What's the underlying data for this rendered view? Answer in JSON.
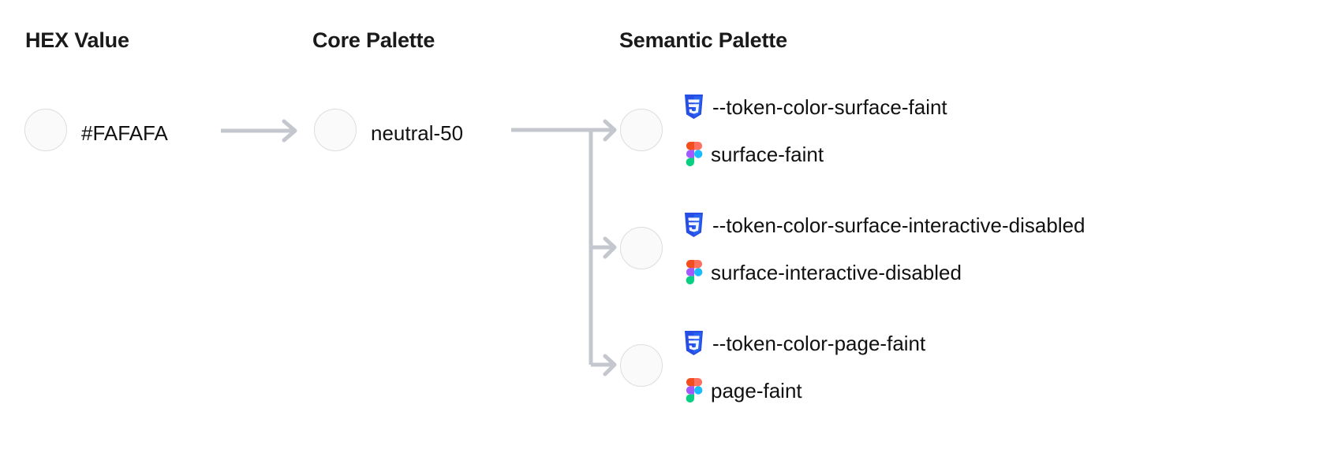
{
  "columns": {
    "hex": {
      "heading": "HEX Value"
    },
    "core": {
      "heading": "Core Palette"
    },
    "semantic": {
      "heading": "Semantic Palette"
    }
  },
  "colors": {
    "swatch_fill": "#FAFAFA",
    "swatch_border": "#DDDDE1",
    "arrow": "#C4C7CE",
    "text": "#111111",
    "css_icon_shield": "#264DE4",
    "css_icon_shield_dark": "#2965F1",
    "css_icon_glyph": "#FFFFFF",
    "figma_orange": "#F24E1E",
    "figma_salmon": "#FF7262",
    "figma_purple": "#A259FF",
    "figma_cyan": "#1ABCFE",
    "figma_green": "#0ACF83"
  },
  "hex_node": {
    "label": "#FAFAFA",
    "swatch_color": "#FAFAFA"
  },
  "core_node": {
    "label": "neutral-50",
    "swatch_color": "#FAFAFA"
  },
  "semantic_nodes": [
    {
      "swatch_color": "#FAFAFA",
      "css_icon": "css3-icon",
      "css_token": "--token-color-surface-faint",
      "figma_icon": "figma-icon",
      "figma_token": "surface-faint"
    },
    {
      "swatch_color": "#FAFAFA",
      "css_icon": "css3-icon",
      "css_token": "--token-color-surface-interactive-disabled",
      "figma_icon": "figma-icon",
      "figma_token": "surface-interactive-disabled"
    },
    {
      "swatch_color": "#FAFAFA",
      "css_icon": "css3-icon",
      "css_token": "--token-color-page-faint",
      "figma_icon": "figma-icon",
      "figma_token": "page-faint"
    }
  ],
  "connectors": {
    "hex_to_core": "arrow-right",
    "core_to_semantic": "branching-arrow-tree"
  }
}
